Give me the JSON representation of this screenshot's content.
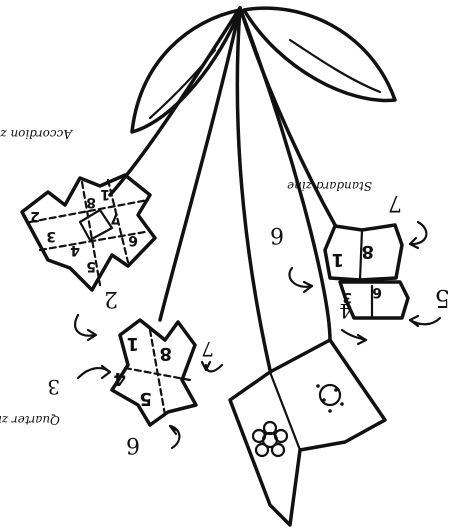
{
  "captions": {
    "accordion": "Accordion zine",
    "standard": "Standard zine",
    "quarter": "Quarter zine"
  },
  "arrow_numbers": {
    "standard_top": "7",
    "standard_left": "6",
    "standard_bottom": "5",
    "flag_tip": "4",
    "quarter_top": "7",
    "quarter_left": "3",
    "quarter_below": "6",
    "accordion_below": "2"
  },
  "page_numbers": {
    "accordion": [
      "1",
      "8",
      "7",
      "6",
      "2",
      "3",
      "4",
      "5"
    ],
    "standard": [
      "8",
      "1",
      "3",
      "6"
    ],
    "quarter": [
      "8",
      "1",
      "4",
      "5"
    ]
  }
}
